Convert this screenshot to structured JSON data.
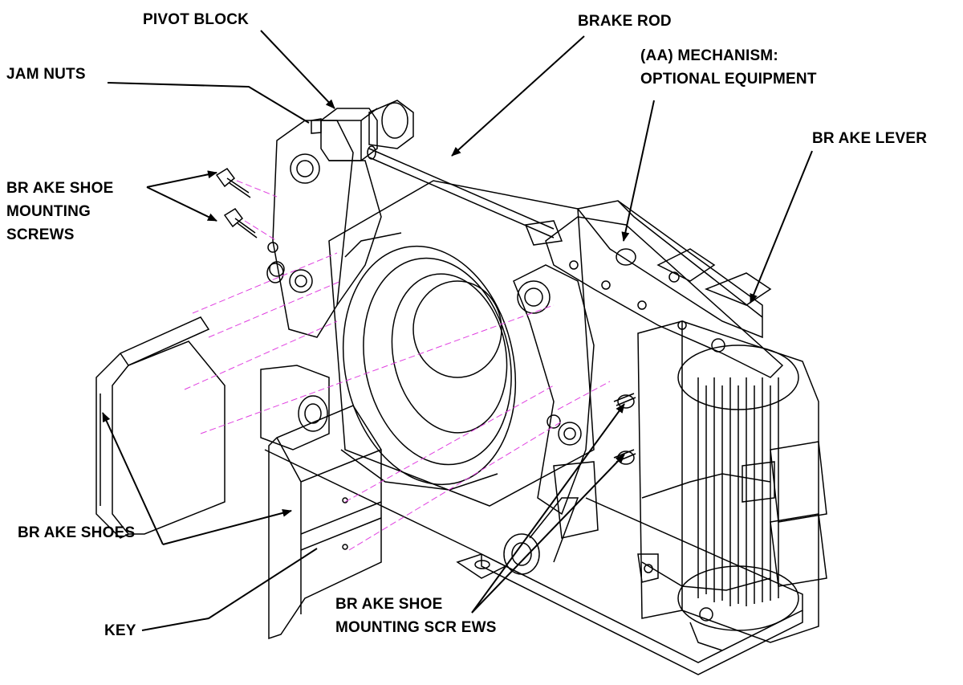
{
  "labels": {
    "pivot_block": "PIVOT BLOCK",
    "brake_rod": "BRAKE ROD",
    "jam_nuts": "JAM NUTS",
    "aa_mechanism_line1": "(AA) MECHANISM:",
    "aa_mechanism_line2": "OPTIONAL EQUIPMENT",
    "brake_lever": "BR AKE LEVER",
    "brake_shoe_screws_left_line1": "BR AKE SHOE",
    "brake_shoe_screws_left_line2": "MOUNTING",
    "brake_shoe_screws_left_line3": "SCREWS",
    "brake_shoes": "BR AKE SHOES",
    "key": "KEY",
    "brake_shoe_screws_bottom_line1": "BR AKE SHOE",
    "brake_shoe_screws_bottom_line2": "MOUNTING SCR EWS"
  },
  "colors": {
    "line": "#000000",
    "dashed_alignment": "#e040e0",
    "background": "#ffffff"
  }
}
